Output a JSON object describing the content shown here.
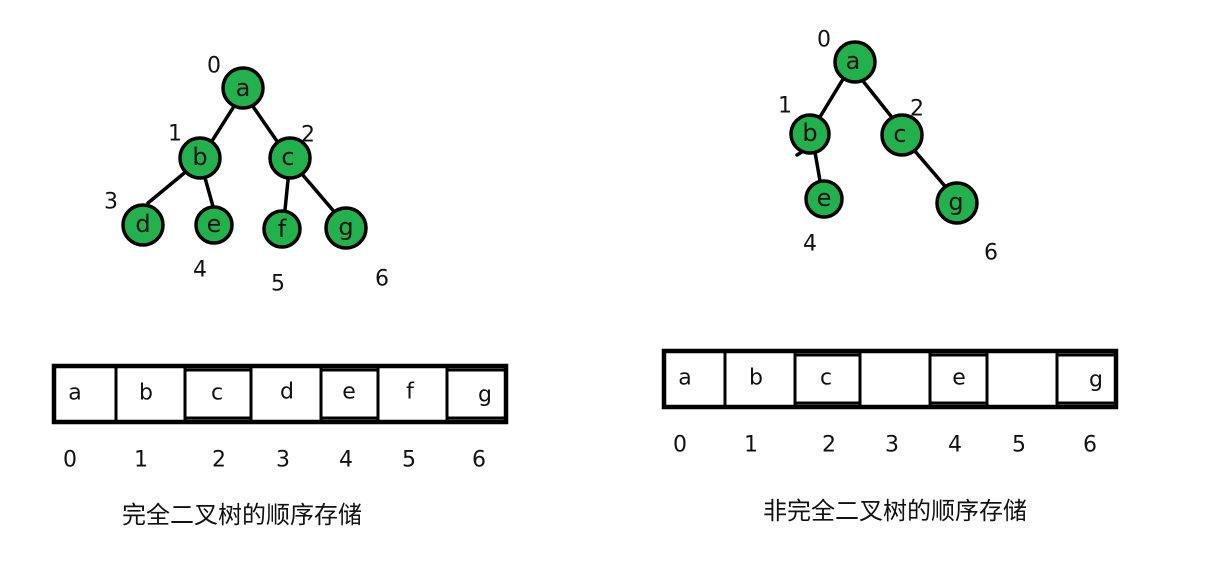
{
  "left": {
    "caption": "完全二叉树的顺序存储",
    "nodes": [
      {
        "label": "a",
        "index": "0"
      },
      {
        "label": "b",
        "index": "1"
      },
      {
        "label": "c",
        "index": "2"
      },
      {
        "label": "d",
        "index": "3"
      },
      {
        "label": "e",
        "index": "4"
      },
      {
        "label": "f",
        "index": "5"
      },
      {
        "label": "g",
        "index": "6"
      }
    ],
    "array": [
      "a",
      "b",
      "c",
      "d",
      "e",
      "f",
      "g"
    ],
    "indices": [
      "0",
      "1",
      "2",
      "3",
      "4",
      "5",
      "6"
    ]
  },
  "right": {
    "caption": "非完全二叉树的顺序存储",
    "nodes": [
      {
        "label": "a",
        "index": "0"
      },
      {
        "label": "b",
        "index": "1"
      },
      {
        "label": "c",
        "index": "2"
      },
      {
        "label": "e",
        "index": "4"
      },
      {
        "label": "g",
        "index": "6"
      }
    ],
    "array": [
      "a",
      "b",
      "c",
      "",
      "e",
      "",
      "g"
    ],
    "indices": [
      "0",
      "1",
      "2",
      "3",
      "4",
      "5",
      "6"
    ]
  },
  "colors": {
    "node_fill": "#22b14c",
    "stroke": "#000000",
    "text": "#111111"
  }
}
